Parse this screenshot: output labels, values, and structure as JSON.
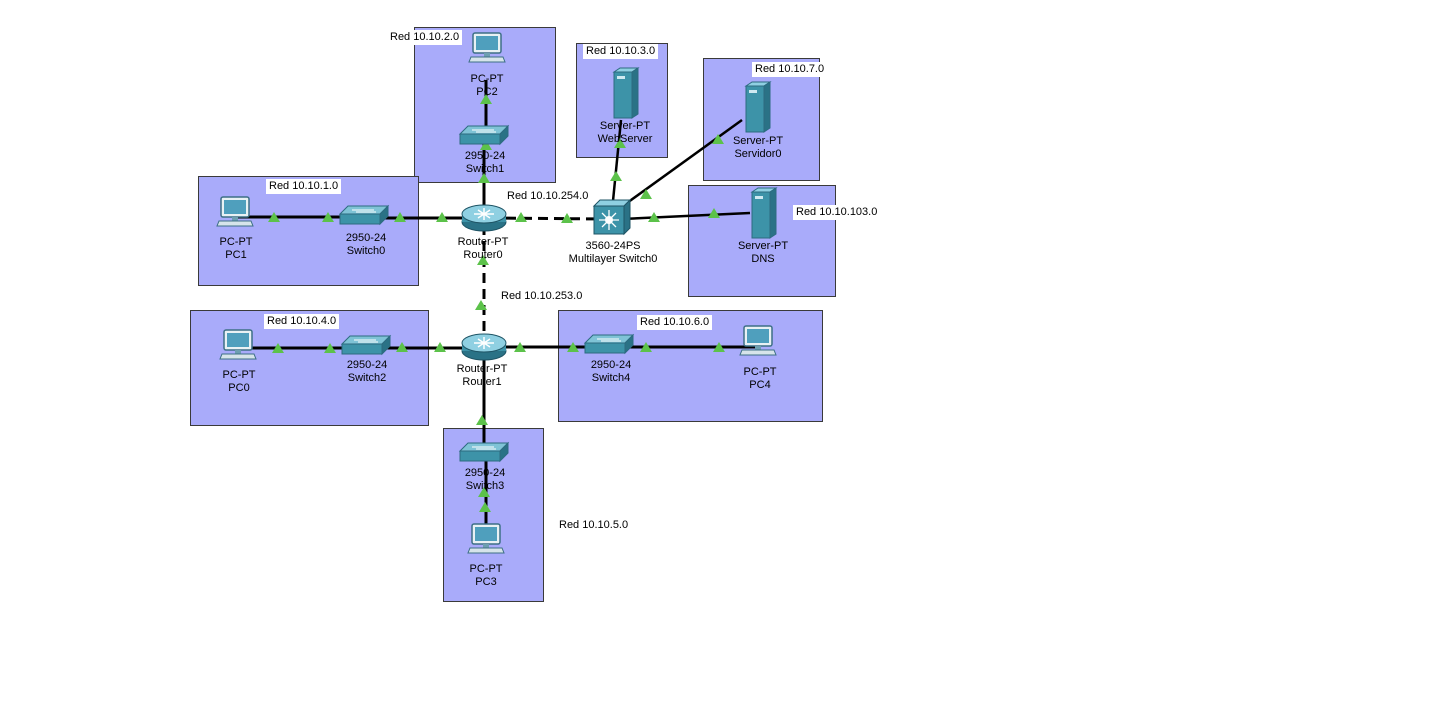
{
  "networks": {
    "n1": "Red 10.10.1.0",
    "n2": "Red 10.10.2.0",
    "n3": "Red 10.10.3.0",
    "n4": "Red 10.10.4.0",
    "n5": "Red 10.10.5.0",
    "n6": "Red 10.10.6.0",
    "n7": "Red 10.10.7.0",
    "n103": "Red 10.10.103.0",
    "n254": "Red 10.10.254.0",
    "n253": "Red 10.10.253.0"
  },
  "devices": {
    "pc0": {
      "model": "PC-PT",
      "name": "PC0"
    },
    "pc1": {
      "model": "PC-PT",
      "name": "PC1"
    },
    "pc2": {
      "model": "PC-PT",
      "name": "PC2"
    },
    "pc3": {
      "model": "PC-PT",
      "name": "PC3"
    },
    "pc4": {
      "model": "PC-PT",
      "name": "PC4"
    },
    "switch0": {
      "model": "2950-24",
      "name": "Switch0"
    },
    "switch1": {
      "model": "2950-24",
      "name": "Switch1"
    },
    "switch2": {
      "model": "2950-24",
      "name": "Switch2"
    },
    "switch3": {
      "model": "2950-24",
      "name": "Switch3"
    },
    "switch4": {
      "model": "2950-24",
      "name": "Switch4"
    },
    "router0": {
      "model": "Router-PT",
      "name": "Router0"
    },
    "router1": {
      "model": "Router-PT",
      "name": "Router1"
    },
    "mls0": {
      "model": "3560-24PS",
      "name": "Multilayer Switch0"
    },
    "webserver": {
      "model": "Server-PT",
      "name": "WebServer"
    },
    "servidor0": {
      "model": "Server-PT",
      "name": "Servidor0"
    },
    "dns": {
      "model": "Server-PT",
      "name": "DNS"
    }
  },
  "colors": {
    "zone": "#a9abfa",
    "link": "#000000",
    "link_up": "#5cc24a",
    "device": "#3d93a8"
  }
}
